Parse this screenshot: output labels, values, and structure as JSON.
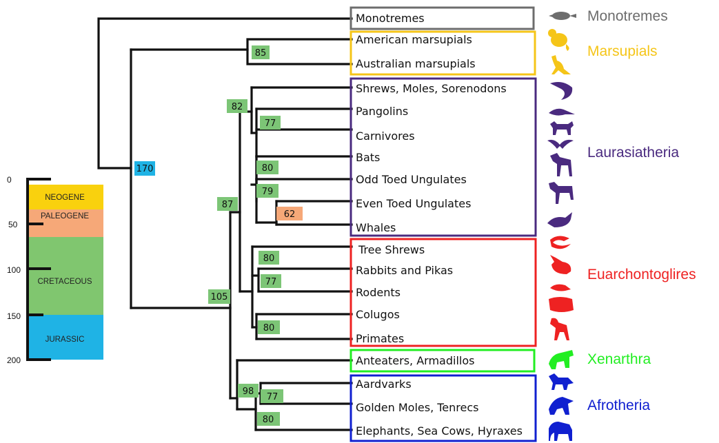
{
  "timescale": {
    "ticks": [
      "0",
      "50",
      "100",
      "150",
      "200"
    ],
    "periods": [
      {
        "name": "NEOGENE",
        "color": "#f9d10e"
      },
      {
        "name": "PALEOGENE",
        "color": "#f6a878"
      },
      {
        "name": "CRETACEOUS",
        "color": "#80c66f"
      },
      {
        "name": "JURASSIC",
        "color": "#1fb3e5"
      }
    ]
  },
  "taxa": [
    "Monotremes",
    "American marsupials",
    "Australian marsupials",
    "Shrews, Moles, Sorenodons",
    "Pangolins",
    "Carnivores",
    "Bats",
    "Odd Toed Ungulates",
    "Even Toed Ungulates",
    "Whales",
    "Tree Shrews",
    "Rabbits and Pikas",
    "Rodents",
    "Colugos",
    "Primates",
    "Anteaters, Armadillos",
    "Aardvarks",
    "Golden Moles, Tenrecs",
    "Elephants, Sea Cows, Hyraxes"
  ],
  "groups": [
    {
      "name": "Monotremes",
      "color": "#6d6d6d"
    },
    {
      "name": "Marsupials",
      "color": "#f5c518"
    },
    {
      "name": "Laurasiatheria",
      "color": "#4a2a7f"
    },
    {
      "name": "Euarchontoglires",
      "color": "#ee2222"
    },
    {
      "name": "Xenarthra",
      "color": "#22ee22"
    },
    {
      "name": "Afrotheria",
      "color": "#1020d0"
    }
  ],
  "node_ages": [
    "170",
    "85",
    "105",
    "87",
    "82",
    "77",
    "80",
    "79",
    "62",
    "80",
    "77",
    "80",
    "98",
    "77",
    "80"
  ],
  "node_colors": {
    "default": "#7cc576",
    "root": "#1fb3e5",
    "young": "#f6a878"
  },
  "icons": [
    "platypus-icon",
    "possum-icon",
    "kangaroo-icon",
    "shrew-icon",
    "pangolin-icon",
    "carnivore-icon",
    "bat-icon",
    "horse-icon",
    "sheep-icon",
    "whale-icon",
    "treeshrew-icon",
    "rabbit-icon",
    "rodent-icon",
    "colugo-icon",
    "primate-icon",
    "anteater-icon",
    "aardvark-icon",
    "tenrec-icon",
    "elephant-icon"
  ]
}
